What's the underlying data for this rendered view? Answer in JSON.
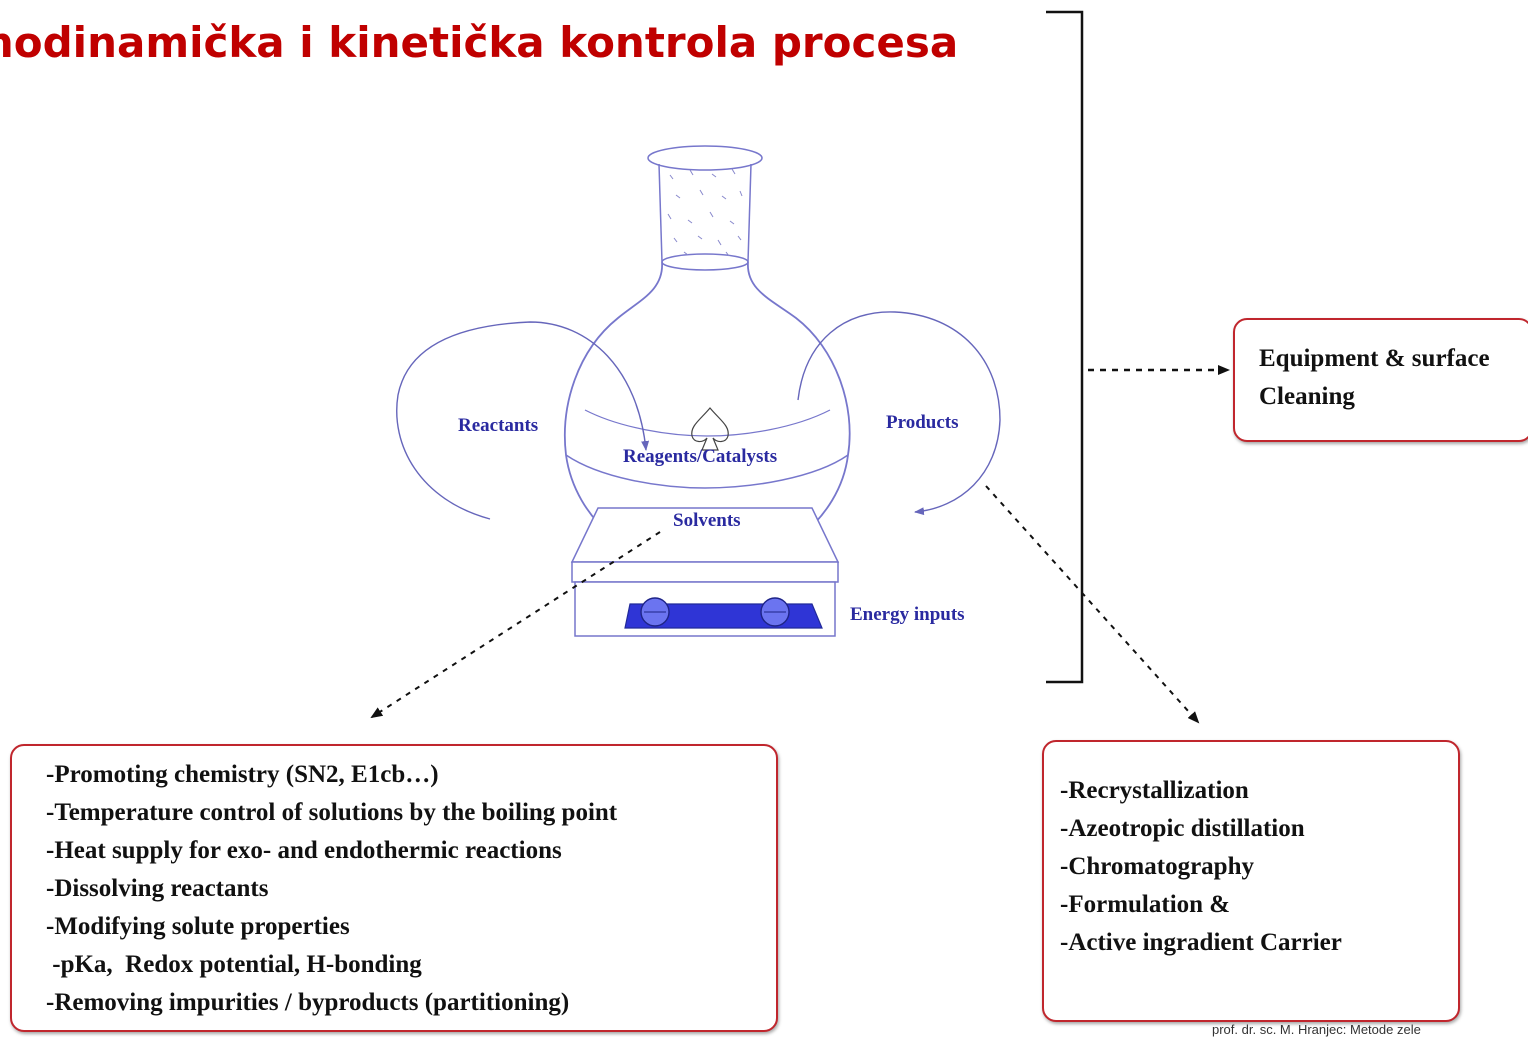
{
  "slide": {
    "title": "modinamička i kinetička kontrola procesa"
  },
  "diagram": {
    "labels": {
      "reactants": "Reactants",
      "reagents": "Reagents/Catalysts",
      "products": "Products",
      "solvents": "Solvents",
      "energy": "Energy inputs"
    },
    "cleaning_box": {
      "lines": [
        "Equipment & surface",
        "Cleaning"
      ]
    },
    "solvent_box": {
      "lines": [
        "-Promoting chemistry (SN2, E1cb…)",
        "-Temperature control of solutions by the boiling point",
        "-Heat supply for exo- and endothermic reactions",
        "-Dissolving reactants",
        "-Modifying solute properties",
        " -pKa,  Redox potential, H-bonding",
        "-Removing impurities / byproducts (partitioning)"
      ]
    },
    "products_box": {
      "lines": [
        "-Recrystallization",
        "-Azeotropic distillation",
        "-Chromatography",
        "-Formulation &",
        "-Active ingradient Carrier"
      ]
    },
    "colors": {
      "title": "#c00000",
      "box_border": "#c0262d",
      "flask_stroke": "#7777cc",
      "label": "#2a2aa0",
      "hotplate_knob": "#2f35d6"
    }
  },
  "footer": {
    "credit": "prof. dr. sc. M. Hranjec: Metode zele"
  }
}
